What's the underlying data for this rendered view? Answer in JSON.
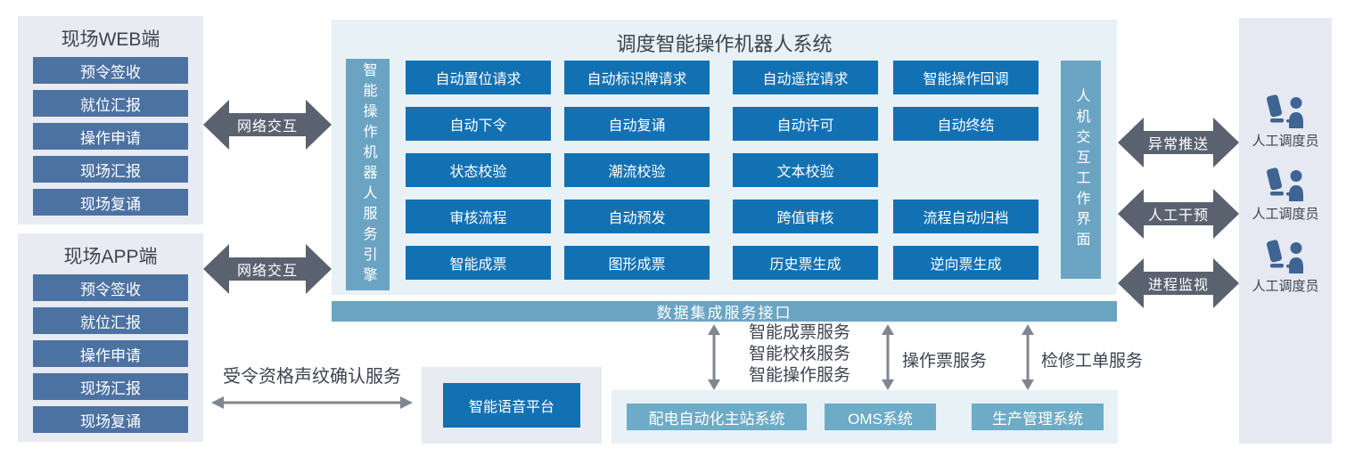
{
  "colors": {
    "panel_bg": "#e9ebf2",
    "main_bg": "#e8f1f5",
    "right_bg": "#e6e9f2",
    "steel_button": "#4c72a2",
    "blue_button": "#1271b3",
    "teal_bar": "#6ba4c3",
    "teal_button": "#6dabc6",
    "dark_arrow": "#5a6270",
    "thin_arrow": "#808690",
    "dispatcher_icon": "#3e6491"
  },
  "icons": {
    "dispatcher": "person-at-workstation-icon",
    "network": "double-headed-arrow",
    "service_link": "double-headed-thin-arrow"
  },
  "web_panel": {
    "title": "现场WEB端",
    "items": [
      "预令签收",
      "就位汇报",
      "操作申请",
      "现场汇报",
      "现场复诵"
    ]
  },
  "app_panel": {
    "title": "现场APP端",
    "items": [
      "预令签收",
      "就位汇报",
      "操作申请",
      "现场汇报",
      "现场复诵"
    ]
  },
  "network_arrow_top": {
    "label": "网络交互"
  },
  "network_arrow_bottom": {
    "label": "网络交互"
  },
  "main_system": {
    "title": "调度智能操作机器人系统",
    "engine_bar": "智能操作机器人服务引擎",
    "hmi_bar": "人机交互工作界面",
    "modules": {
      "r1": [
        "自动置位请求",
        "自动标识牌请求",
        "自动遥控请求",
        "智能操作回调"
      ],
      "r2": [
        "自动下令",
        "自动复诵",
        "自动许可",
        "自动终结"
      ],
      "r3": [
        "状态校验",
        "潮流校验",
        "文本校验"
      ],
      "r4": [
        "审核流程",
        "自动预发",
        "跨值审核",
        "流程自动归档"
      ],
      "r5": [
        "智能成票",
        "图形成票",
        "历史票生成",
        "逆向票生成"
      ]
    }
  },
  "data_bar": {
    "label": "数据集成服务接口"
  },
  "right_flows": [
    {
      "label": "异常推送"
    },
    {
      "label": "人工干预"
    },
    {
      "label": "进程监视"
    }
  ],
  "dispatchers": [
    {
      "label": "人工调度员"
    },
    {
      "label": "人工调度员"
    },
    {
      "label": "人工调度员"
    }
  ],
  "voice": {
    "platform": "智能语音平台",
    "service": "受令资格声纹确认服务"
  },
  "integration": {
    "service_group_1": [
      "智能成票服务",
      "智能校核服务",
      "智能操作服务"
    ],
    "service_2": "操作票服务",
    "service_3": "检修工单服务",
    "systems": [
      "配电自动化主站系统",
      "OMS系统",
      "生产管理系统"
    ]
  }
}
